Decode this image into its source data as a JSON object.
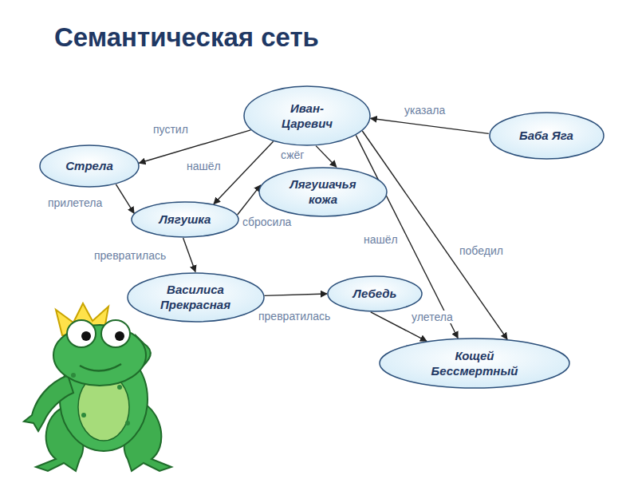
{
  "diagram": {
    "title": "Семантическая сеть",
    "nodes": [
      {
        "text": [
          "Иван-Царевич"
        ]
      },
      {
        "text": [
          "Баба Яга"
        ]
      },
      {
        "text": [
          "Стрела"
        ]
      },
      {
        "text": [
          "Лягушачья кожа"
        ]
      },
      {
        "text": [
          "Лягушка"
        ]
      },
      {
        "text": [
          "Василиса Прекрасная"
        ]
      },
      {
        "text": [
          "Лебедь"
        ]
      },
      {
        "text": [
          "Кощей Бессмертный"
        ]
      }
    ],
    "edges": [
      {
        "from": 0,
        "to": 2,
        "label": "пустил",
        "arrow": "to"
      },
      {
        "from": 2,
        "to": 4,
        "label": "прилетела",
        "arrow": "to"
      },
      {
        "from": 0,
        "to": 4,
        "label": "нашёл",
        "arrow": "to"
      },
      {
        "from": 0,
        "to": 3,
        "label": "сжёг",
        "arrow": "to"
      },
      {
        "from": 4,
        "to": 3,
        "label": "сбросила",
        "arrow": "to"
      },
      {
        "from": 1,
        "to": 0,
        "label": "указала",
        "arrow": "to"
      },
      {
        "from": 4,
        "to": 5,
        "label": "превратилась",
        "arrow": "to"
      },
      {
        "from": 5,
        "to": 6,
        "label": "превратилась",
        "arrow": "to"
      },
      {
        "from": 6,
        "to": 7,
        "label": "улетела",
        "arrow": "to"
      },
      {
        "from": 0,
        "to": 7,
        "label": "нашёл",
        "arrow": "to"
      },
      {
        "from": 0,
        "to": 7,
        "label": "победил",
        "arrow": "to"
      }
    ]
  }
}
